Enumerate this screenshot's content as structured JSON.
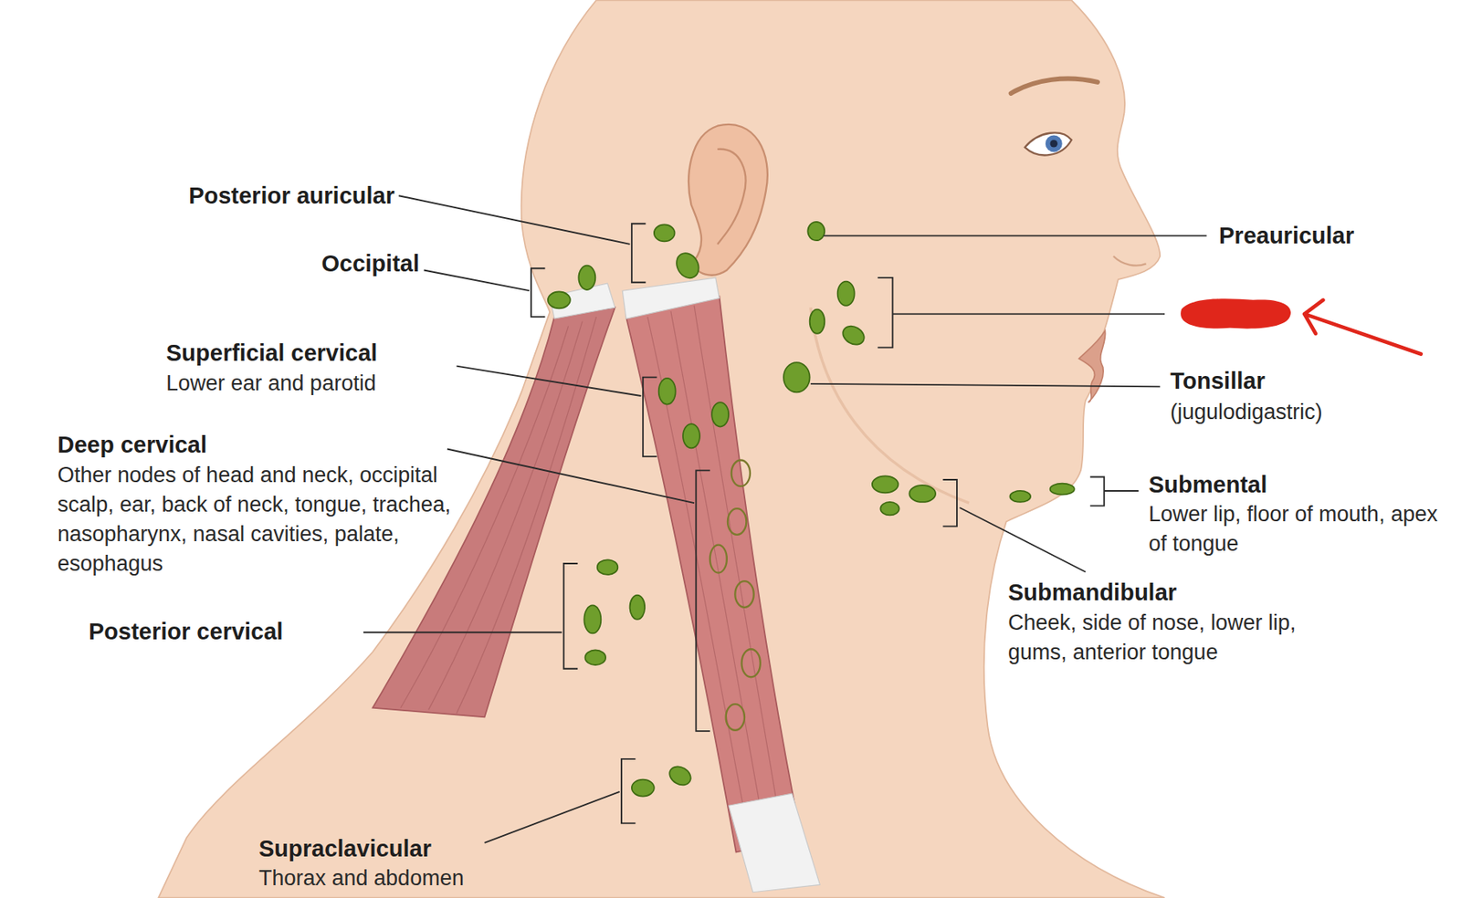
{
  "diagram": {
    "labels": [
      "Posterior auricular",
      "Occipital",
      "Superficial cervical",
      "Lower ear and parotid",
      "Deep cervical",
      "Other nodes of head and neck, occipital scalp, ear, back of neck, tongue, trachea, nasopharynx, nasal cavities, palate, esophagus",
      "Posterior cervical",
      "Supraclavicular",
      "Thorax and abdomen",
      "Preauricular",
      "Tonsillar",
      "(jugulodigastric)",
      "Submental",
      "Lower lip, floor of mouth, apex of tongue",
      "Submandibular",
      "Cheek, side of nose, lower lip, gums, anterior tongue"
    ]
  }
}
